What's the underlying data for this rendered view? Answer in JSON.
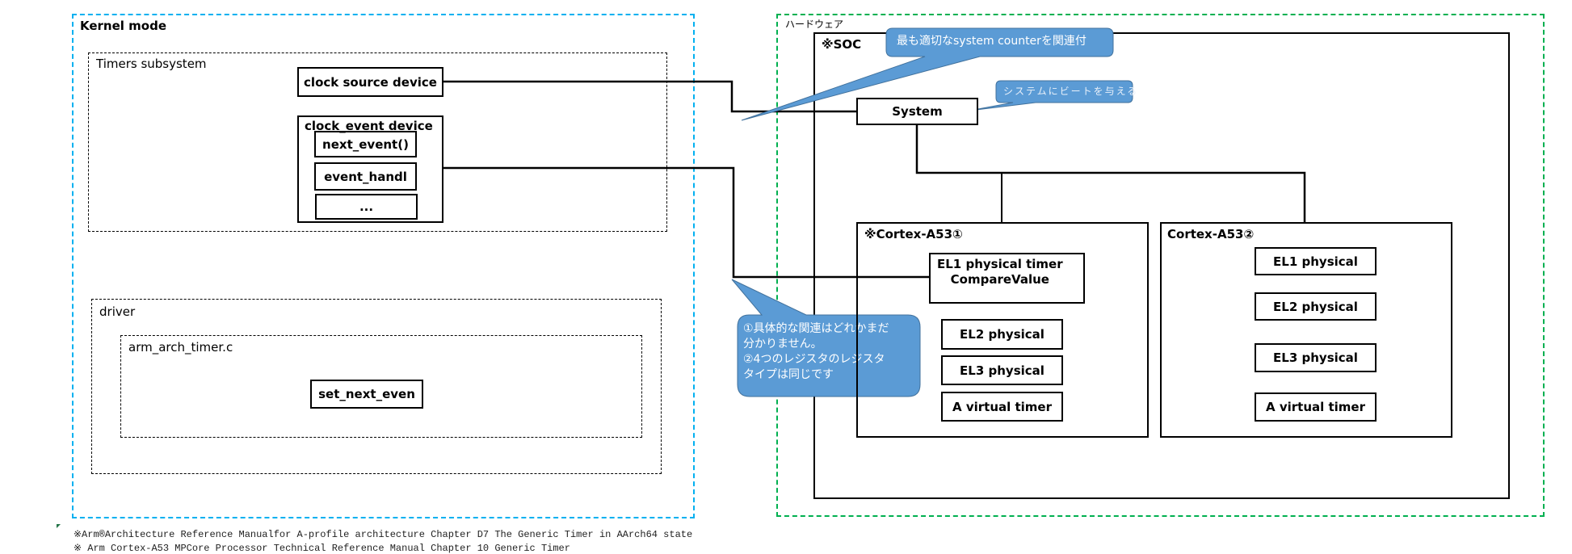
{
  "kernel_zone": {
    "title": "Kernel mode",
    "timers_subsystem": {
      "title": "Timers subsystem",
      "clock_source_device": "clock source device",
      "clock_event_device": {
        "title": "clock_event device",
        "members": [
          "next_event()",
          "event_handl",
          "..."
        ]
      }
    },
    "driver": {
      "title": "driver",
      "arm_arch_timer": {
        "title": "arm_arch_timer.c",
        "function": "set_next_even"
      }
    }
  },
  "hardware_zone": {
    "title": "ハードウェア",
    "soc": {
      "title": "※SOC",
      "system": "System",
      "cores": [
        {
          "title": "※Cortex-A53①",
          "timers": [
            "EL1 physical timer\nCompareValue",
            "EL2 physical",
            "EL3 physical",
            "A virtual timer"
          ]
        },
        {
          "title": "Cortex-A53②",
          "timers": [
            "EL1 physical",
            "EL2 physical",
            "EL3 physical",
            "A virtual timer"
          ]
        }
      ]
    }
  },
  "callouts": [
    {
      "text": "最も適切なsystem counterを関連付"
    },
    {
      "text": "システムにビートを与える"
    },
    {
      "lines": [
        "①具体的な関連はどれかまだ",
        "分かりません。",
        "②4つのレジスタのレジスタ",
        "タイプは同じです"
      ]
    }
  ],
  "footnotes": [
    "※Arm®Architecture Reference Manualfor A-profile architecture  Chapter D7 The Generic Timer in AArch64 state",
    "※  Arm Cortex-A53 MPCore Processor Technical Reference Manual  Chapter 10  Generic Timer"
  ],
  "colors": {
    "kernel_border": "#00b0f0",
    "hardware_border": "#00b050",
    "callout_fill": "#5b9bd5",
    "callout_border": "#41719c"
  }
}
